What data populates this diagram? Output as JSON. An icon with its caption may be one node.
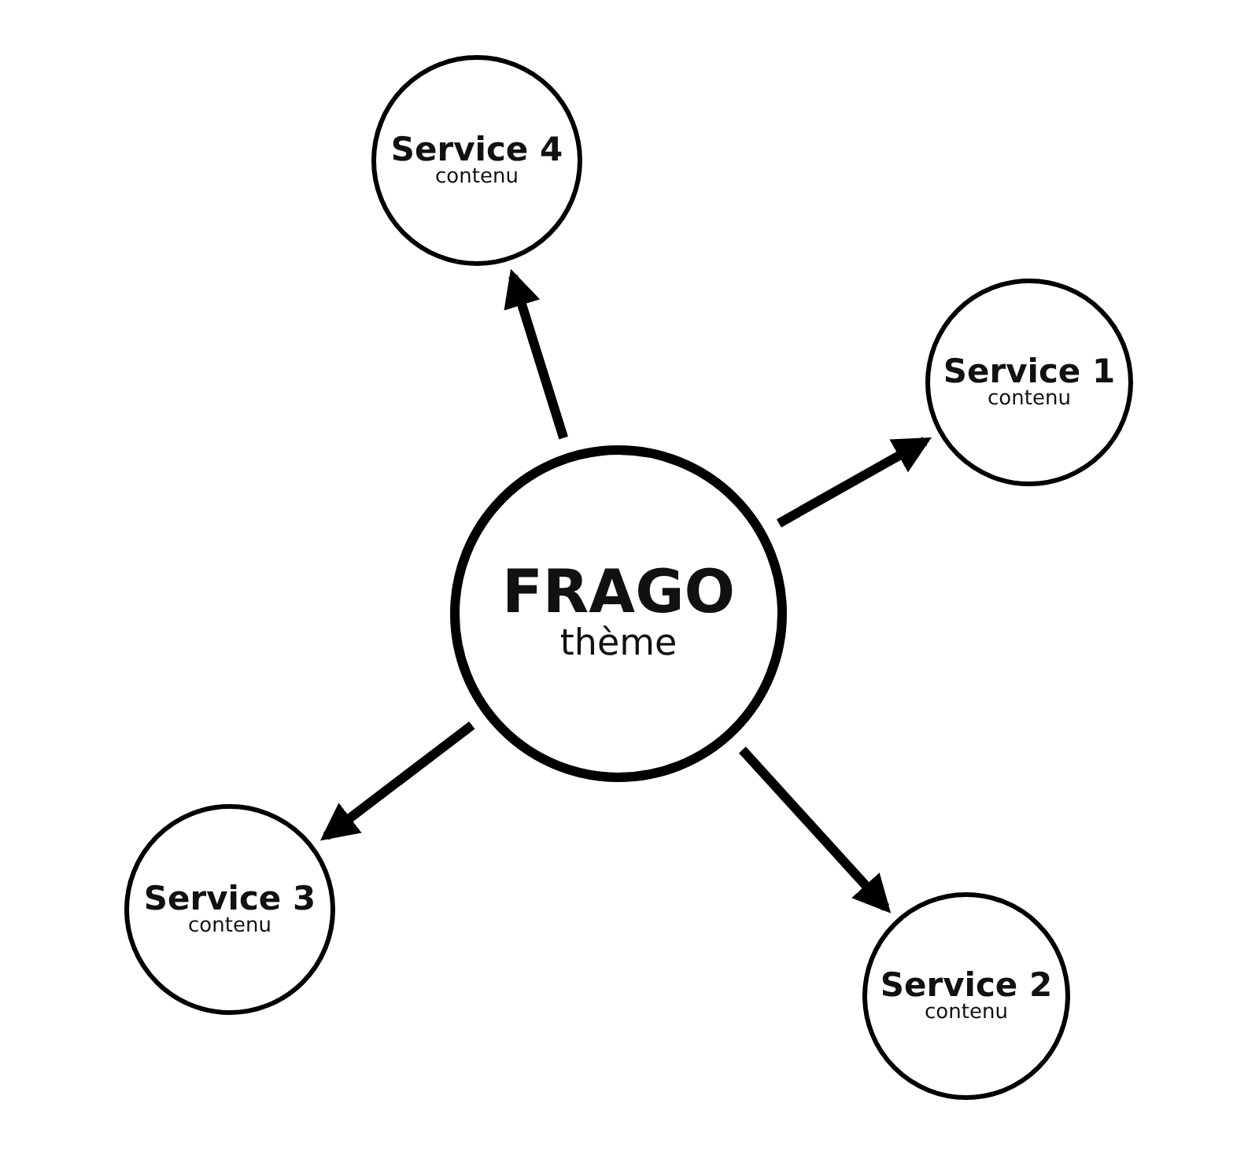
{
  "diagram": {
    "nodes": [
      {
        "text": [
          "Service 4",
          "contenu"
        ]
      },
      {
        "text": [
          "Service 1",
          "contenu"
        ]
      },
      {
        "text": [
          "FRAGO",
          "thème"
        ]
      },
      {
        "text": [
          "Service 3",
          "contenu"
        ]
      },
      {
        "text": [
          "Service 2",
          "contenu"
        ]
      }
    ],
    "edges": [
      {
        "from": 2,
        "to": 0,
        "arrow": "to"
      },
      {
        "from": 2,
        "to": 1,
        "arrow": "to"
      },
      {
        "from": 2,
        "to": 3,
        "arrow": "to"
      },
      {
        "from": 2,
        "to": 4,
        "arrow": "to"
      }
    ]
  }
}
